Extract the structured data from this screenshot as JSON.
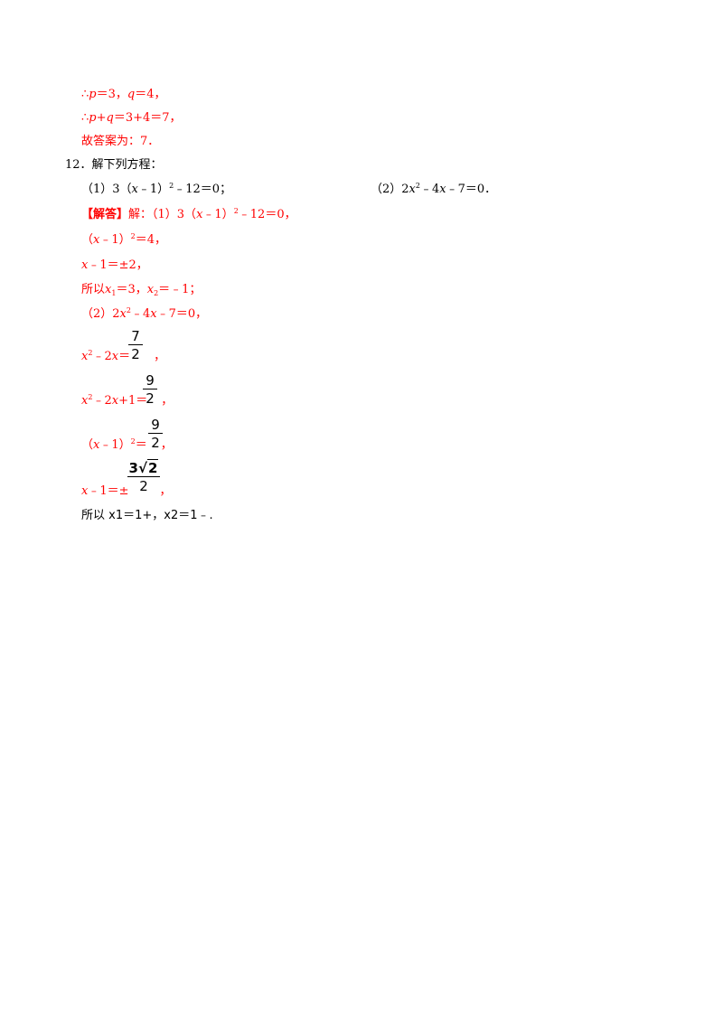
{
  "l1": {
    "a": "∴",
    "p": "p",
    "b": "＝3，",
    "q": "q",
    "c": "＝4，"
  },
  "l2": {
    "a": "∴",
    "p": "p",
    "b": "+",
    "q": "q",
    "c": "＝3+4＝7，"
  },
  "l3": "故答案为：7．",
  "q12": {
    "title": "12．解下列方程：",
    "p1": {
      "a": "（1）3（",
      "x": "x",
      "b": "﹣1）",
      "sup": "2",
      "c": "﹣12＝0；"
    },
    "p2": {
      "a": "（2）2",
      "x1": "x",
      "sup": "2",
      "b": "﹣4",
      "x2": "x",
      "c": "﹣7＝0．"
    }
  },
  "ans": {
    "a1": {
      "tag": "【解答】",
      "a": "解：（1）3（",
      "x": "x",
      "b": "﹣1）",
      "sup": "2",
      "c": "﹣12＝0，"
    },
    "a2": {
      "a": "（",
      "x": "x",
      "b": "﹣1）",
      "sup": "2",
      "c": "＝4，"
    },
    "a3": {
      "x": "x",
      "b": "﹣1＝±2，"
    },
    "a4": {
      "a": "所以",
      "x1": "x",
      "s1": "1",
      "b": "＝3，",
      "x2": "x",
      "s2": "2",
      "c": "＝﹣1；"
    },
    "a5": {
      "a": "（2）2",
      "x1": "x",
      "sup": "2",
      "b": "﹣4",
      "x2": "x",
      "c": "﹣7＝0，"
    },
    "a6": {
      "x1": "x",
      "sup": "2",
      "b": "﹣2",
      "x2": "x",
      "c": "＝",
      "end": "，",
      "num": "7",
      "den": "2"
    },
    "a7": {
      "x1": "x",
      "sup": "2",
      "b": "﹣2",
      "x2": "x",
      "c": "+1＝",
      "end": "，",
      "num": "9",
      "den": "2"
    },
    "a8": {
      "a": "（",
      "x": "x",
      "b": "﹣1）",
      "sup": "2",
      "c": "＝",
      "end": "，",
      "num": "9",
      "den": "2"
    },
    "a9": {
      "x": "x",
      "b": "﹣1＝±",
      "end": "，",
      "num_coef": "3",
      "num_rad": "2",
      "den": "2"
    },
    "a10": "所以 x1＝1+，x2＝1﹣."
  }
}
